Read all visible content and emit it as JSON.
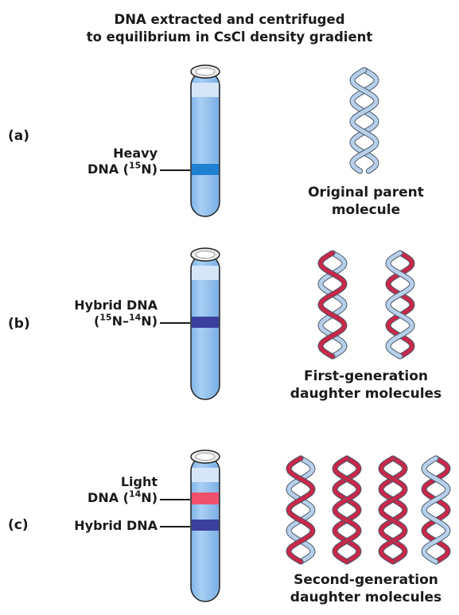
{
  "title": {
    "line1": "DNA extracted and centrifuged",
    "line2": "to equilibrium in CsCl density gradient"
  },
  "panels": {
    "a": {
      "letter": "(a)",
      "band_label_line1": "Heavy",
      "band_label_line2_pre": "DNA (",
      "band_label_line2_sup": "15",
      "band_label_line2_post": "N)",
      "caption_line1": "Original parent",
      "caption_line2": "molecule"
    },
    "b": {
      "letter": "(b)",
      "band_label_line1": "Hybrid DNA",
      "band_label_line2_pre": "(",
      "band_label_line2_sup1": "15",
      "band_label_line2_mid": "N–",
      "band_label_line2_sup2": "14",
      "band_label_line2_post": "N)",
      "caption_line1": "First-generation",
      "caption_line2": "daughter molecules"
    },
    "c": {
      "letter": "(c)",
      "light_label_line1": "Light",
      "light_label_line2_pre": "DNA (",
      "light_label_line2_sup": "14",
      "light_label_line2_post": "N)",
      "hybrid_label": "Hybrid DNA",
      "caption_line1": "Second-generation",
      "caption_line2": "daughter molecules"
    }
  },
  "colors": {
    "tube_fill": "#8cbdee",
    "tube_top": "#cde2f7",
    "heavy_band": "#1f7fd1",
    "hybrid_band": "#3b3f9e",
    "light_band": "#f0506a",
    "parent_strand": "#b8d0ea",
    "new_strand": "#c8284a"
  }
}
